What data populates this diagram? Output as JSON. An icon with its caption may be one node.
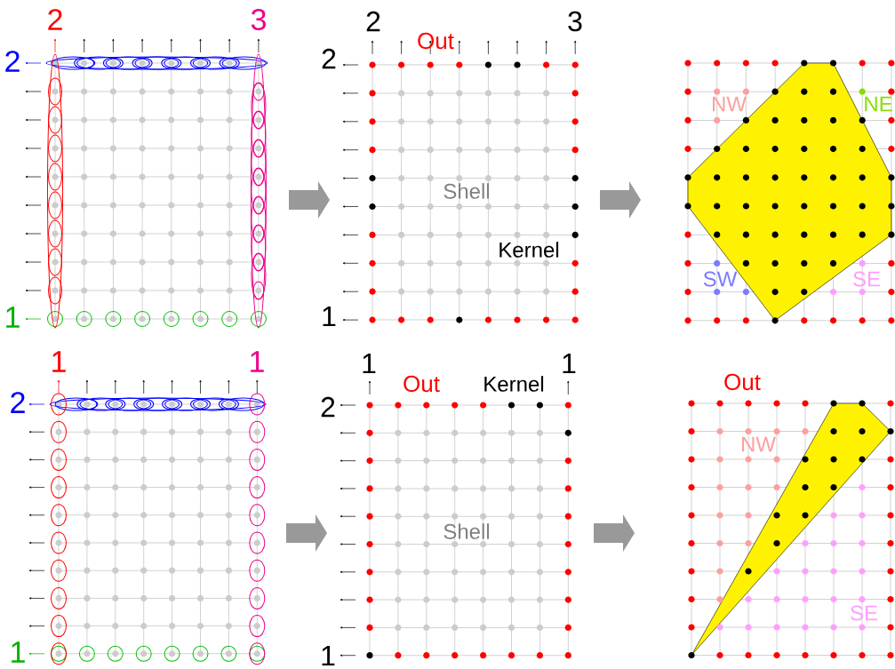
{
  "diagram": {
    "labels": [
      "2",
      "3",
      "2",
      "1",
      "2",
      "3",
      "Out",
      "2",
      "Shell",
      "Kernel",
      "1",
      "NW",
      "NE",
      "SW",
      "SE",
      "1",
      "1",
      "2",
      "1",
      "1",
      "1",
      "Out",
      "Kernel",
      "2",
      "Shell",
      "1",
      "Out",
      "NW",
      "SE"
    ]
  }
}
